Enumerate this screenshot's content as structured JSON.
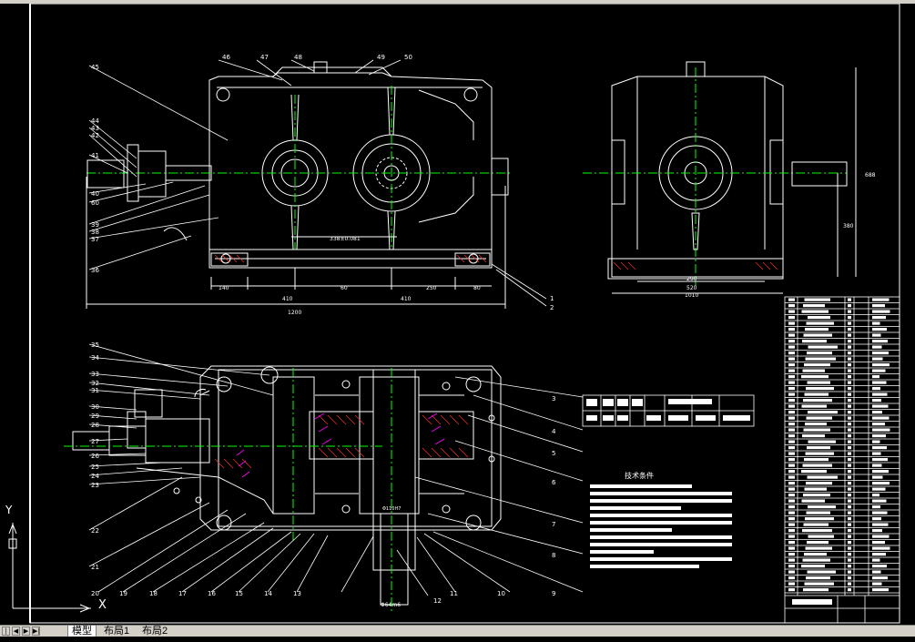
{
  "colors": {
    "background": "#000000",
    "lines": "#ffffff",
    "green": "#00ff00",
    "red": "#ff3030",
    "magenta": "#ff00ff"
  },
  "side_view": {
    "leaders_left": [
      "45",
      "44",
      "43",
      "42",
      "41",
      "40",
      "60",
      "39",
      "38",
      "37",
      "36"
    ],
    "leaders_top": [
      "46",
      "47",
      "48",
      "49",
      "50"
    ],
    "dims": {
      "d1": "140",
      "d2": "410",
      "d3": "60",
      "d4": "410",
      "d5": "250",
      "d6": "80",
      "total": "1200",
      "center": "338±0.081"
    },
    "callouts": [
      "1",
      "2"
    ]
  },
  "end_view": {
    "dims": {
      "height": "688",
      "axis": "380",
      "w1": "290",
      "w2": "520",
      "w3": "1010"
    }
  },
  "plan_view": {
    "leaders_left": [
      "35",
      "34",
      "33",
      "32",
      "31",
      "30",
      "29",
      "28",
      "27",
      "26",
      "25",
      "24",
      "23",
      "22",
      "21",
      "20",
      "19",
      "18",
      "17",
      "16",
      "15",
      "14",
      "13"
    ],
    "leaders_right": [
      "3",
      "4",
      "5",
      "6",
      "7",
      "8",
      "9",
      "10",
      "11",
      "12"
    ],
    "dims": {
      "shaft": "Φ64m6",
      "fit": "Φ110H7"
    }
  },
  "tech_requirements": {
    "title": "技术条件"
  },
  "tabs": {
    "model": "模型",
    "layout1": "布局1",
    "layout2": "布局2"
  },
  "ucs": {
    "x": "X",
    "y": "Y"
  },
  "nav": {
    "first": "|◀",
    "prev": "◀",
    "next": "▶",
    "last": "▶|"
  }
}
